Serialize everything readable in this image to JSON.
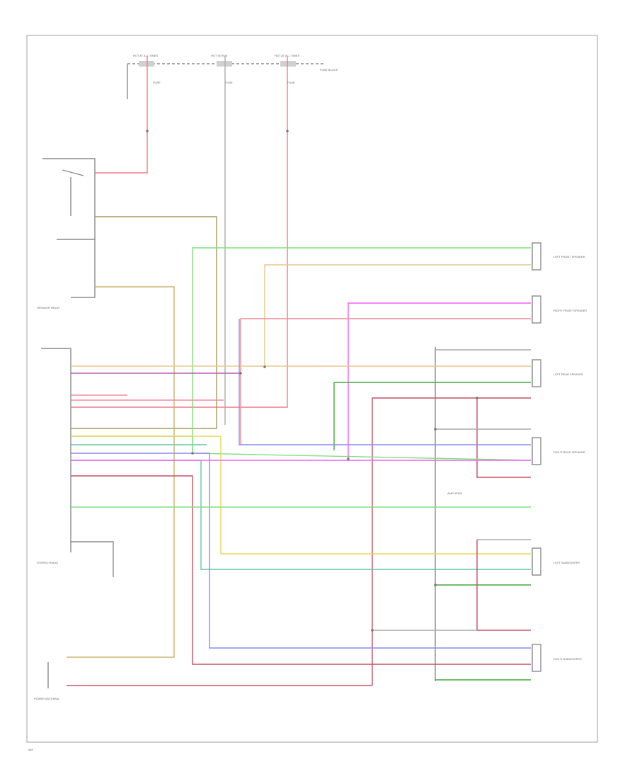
{
  "fuse_labels": [
    "HOT AT ALL TIMES",
    "HOT IN RUN",
    "HOT AT ALL TIMES"
  ],
  "fuse_ids": [
    "FUSE",
    "FUSE",
    "FUSE"
  ],
  "fuse_box_label": "FUSE BLOCK",
  "stereo_relay_label": "SPEAKER RELAY",
  "stereo_unit_label": "STEREO RADIO",
  "antenna_label": "POWER ANTENNA",
  "amp_label": "AMPLIFIER",
  "speakers": [
    "LEFT FRONT SPEAKER",
    "RIGHT FRONT SPEAKER",
    "LEFT REAR SPEAKER",
    "RIGHT REAR SPEAKER",
    "LEFT SUBWOOFER",
    "RIGHT SUBWOOFER"
  ],
  "wire_colors": {
    "red": "#f07a8a",
    "tan": "#a89a5c",
    "brown_yellow": "#c8b46e",
    "green": "#7ee07e",
    "orange_tan": "#e8c88c",
    "magenta": "#f060f0",
    "pink": "#f08c9c",
    "dark_green": "#3faa3f",
    "dark_red": "#c85064",
    "purple": "#b060b0",
    "blue": "#8c8cf0",
    "yellow": "#e8d850",
    "teal": "#60c8a0",
    "gray": "#aaaaaa",
    "black": "#808080"
  },
  "footer_code": "###"
}
